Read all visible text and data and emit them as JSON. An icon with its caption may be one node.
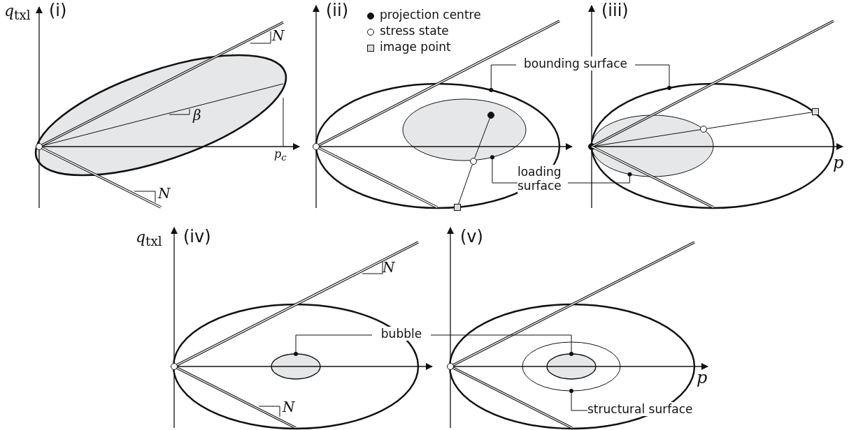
{
  "diagram": {
    "nodes": [
      {
        "text": [
          "bounding surface"
        ]
      },
      {
        "text": [],
        "shape": "ellipse"
      },
      {
        "text": [],
        "shape": "ellipse"
      },
      {
        "text": [
          "loading surface"
        ]
      },
      {
        "text": [],
        "shape": "ellipse",
        "in": 1
      },
      {
        "text": [],
        "shape": "circle",
        "in": 4
      },
      {
        "text": [],
        "shape": "circle",
        "in": 1
      },
      {
        "text": [],
        "shape": "box"
      },
      {
        "text": [],
        "shape": "ellipse",
        "in": 2
      },
      {
        "text": [],
        "shape": "circle",
        "in": 8
      },
      {
        "text": [],
        "shape": "circle",
        "in": 8
      },
      {
        "text": [],
        "shape": "box"
      },
      {
        "text": [
          "bubble"
        ]
      },
      {
        "text": [],
        "shape": "ellipse"
      },
      {
        "text": [],
        "shape": "ellipse"
      },
      {
        "text": [],
        "shape": "ellipse",
        "in": 14
      },
      {
        "text": [
          "structural surface"
        ]
      }
    ],
    "edges": [
      {
        "from": 0,
        "to": 1,
        "arrow": "other"
      },
      {
        "from": 0,
        "to": 2,
        "arrow": "other"
      },
      {
        "from": 3,
        "to": 4,
        "arrow": "other"
      },
      {
        "from": 3,
        "to": 8,
        "arrow": "other"
      },
      {
        "from": 5,
        "to": 6,
        "arrow": "none"
      },
      {
        "from": 6,
        "to": 7,
        "arrow": "none"
      },
      {
        "from": 9,
        "to": 10,
        "arrow": "none"
      },
      {
        "from": 10,
        "to": 11,
        "arrow": "none"
      },
      {
        "from": 12,
        "to": 13,
        "arrow": "other"
      },
      {
        "from": 12,
        "to": 15,
        "arrow": "other"
      },
      {
        "from": 16,
        "to": 14,
        "arrow": "other"
      }
    ],
    "labels": [
      "*q*$_{txl}$",
      "(i)",
      "N",
      "β",
      "p$_{c}$",
      "N",
      "(ii)",
      "(iii)",
      "p",
      "*q*$_{txl}$",
      "(iv)",
      "N",
      "N",
      "(v)",
      "p"
    ],
    "legend": [
      {
        "text": "projection centre"
      },
      {
        "text": "stress state"
      },
      {
        "text": "image point"
      }
    ]
  }
}
